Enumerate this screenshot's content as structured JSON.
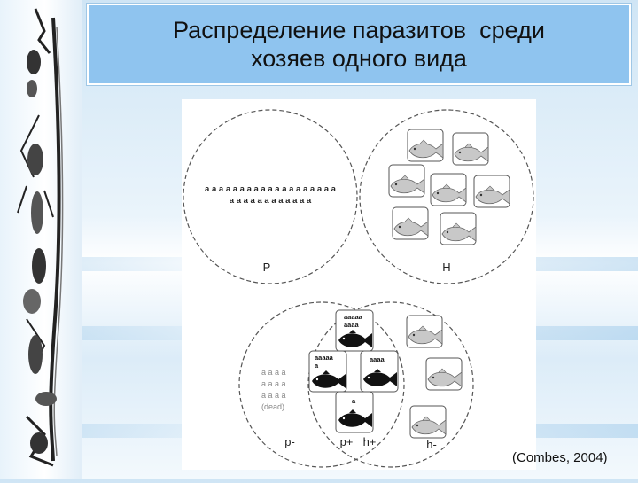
{
  "slide": {
    "title_line1": "Распределение паразитов  среди",
    "title_line2": "хозяев одного вида",
    "citation": "(Combes, 2004)"
  },
  "diagram": {
    "top_left": {
      "label": "P",
      "row1": "a a a a a a a a a a a a a a a a a a a",
      "row2": "a a a a a a a a a a a a"
    },
    "top_right": {
      "label": "H"
    },
    "bottom": {
      "label_p_minus": "p-",
      "label_p_plus": "p+",
      "label_h_plus": "h+",
      "label_h_minus": "h-",
      "dead_row1": "a a a a",
      "dead_row2": "a a a a",
      "dead_row3": "a a a a",
      "dead_label": "(dead)",
      "fish1_line1": "aaaaa",
      "fish1_line2": "aaaa",
      "fish2_line1": "aaaaa",
      "fish2_line2": "a",
      "fish3_line1": "aaaa",
      "fish4_line1": "a"
    },
    "colors": {
      "infected_fish": "#111111",
      "uninfected_fish": "#c8c8c8",
      "circle_stroke": "#555555"
    }
  }
}
